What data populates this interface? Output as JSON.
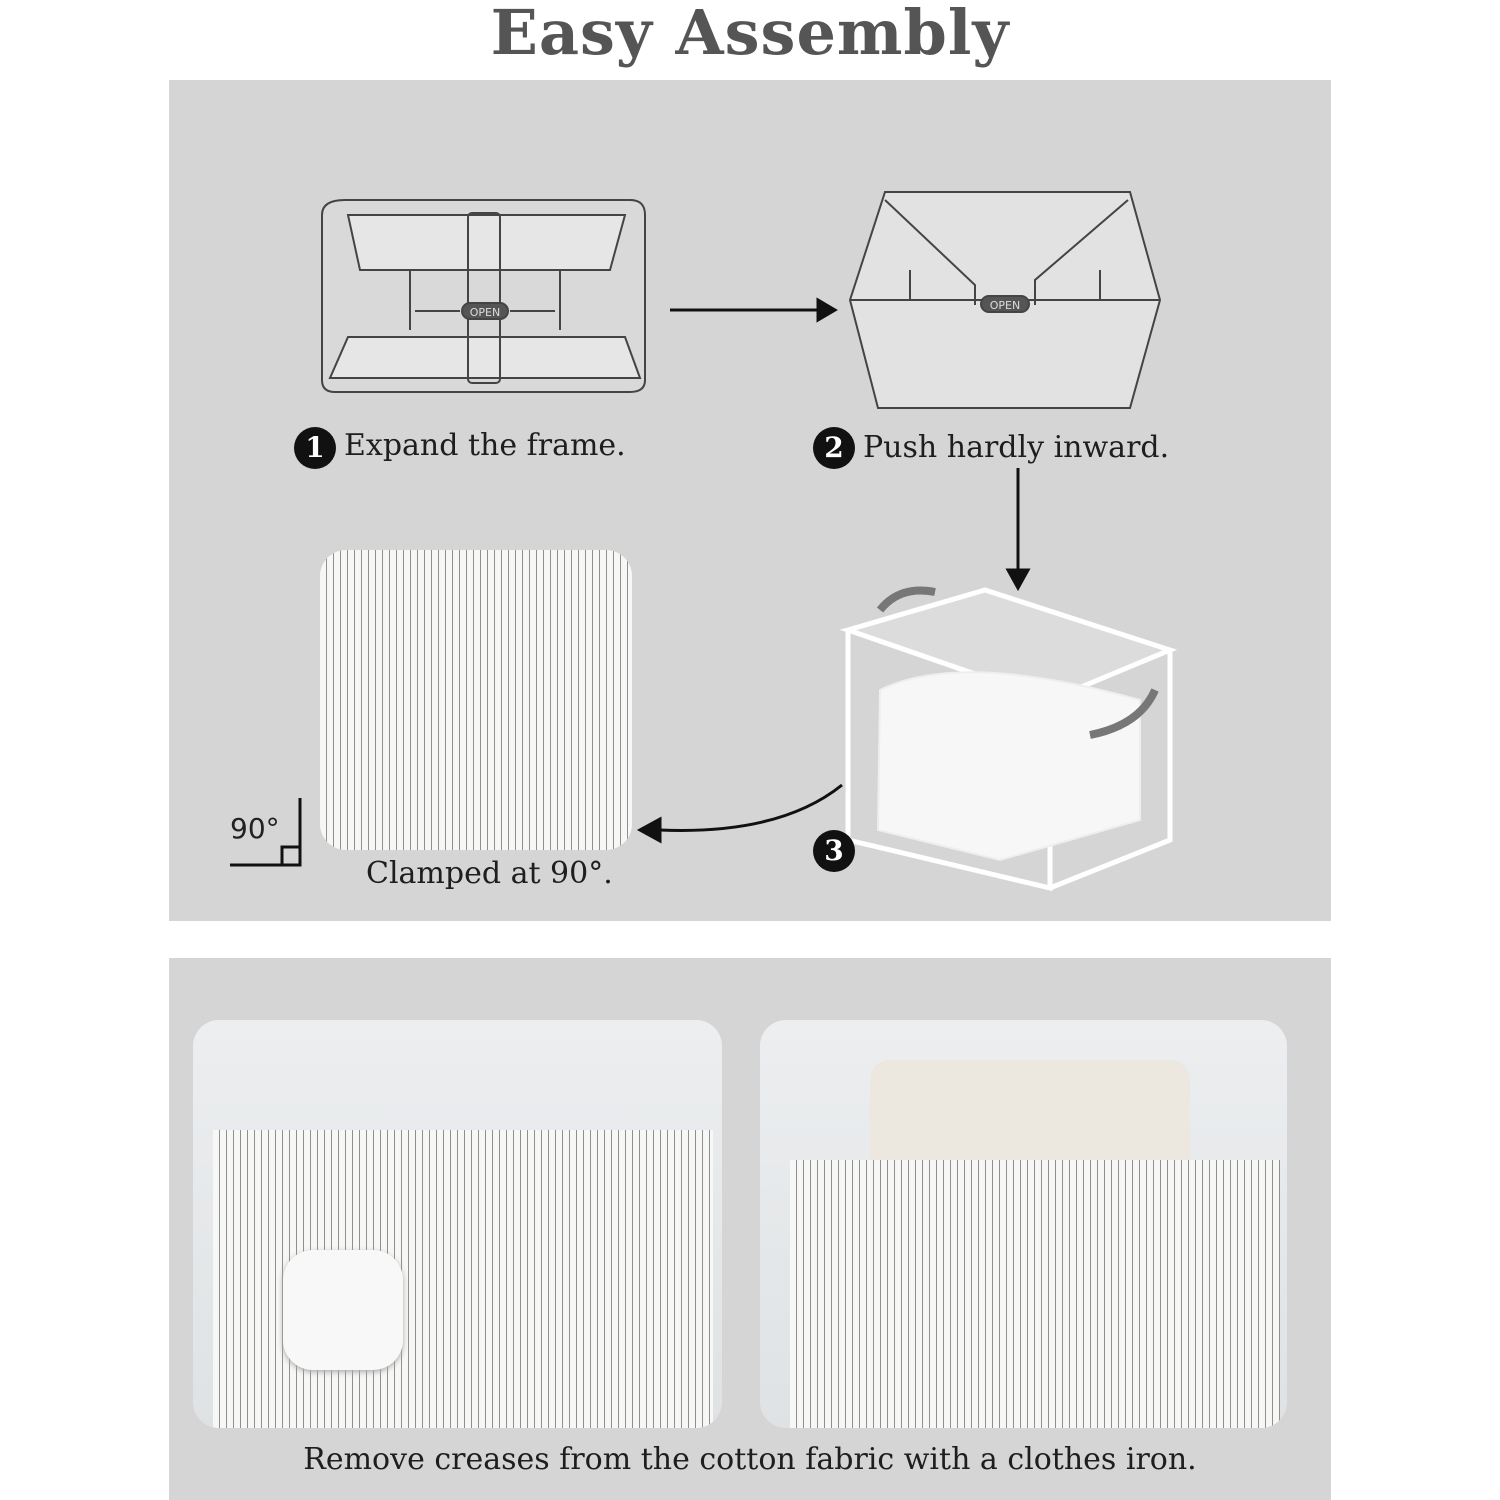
{
  "title": "Easy Assembly",
  "steps": [
    {
      "number": "1",
      "caption": "Expand the frame.",
      "label": "OPEN"
    },
    {
      "number": "2",
      "caption": "Push hardly inward.",
      "label": "OPEN"
    },
    {
      "number": "3",
      "caption": "Clamped at 90°.",
      "angle": "90°"
    }
  ],
  "bottom_caption": "Remove creases from the cotton fabric with a clothes iron.",
  "colors": {
    "panel": "#d5d5d5",
    "title": "#555555",
    "badge": "#111111"
  }
}
